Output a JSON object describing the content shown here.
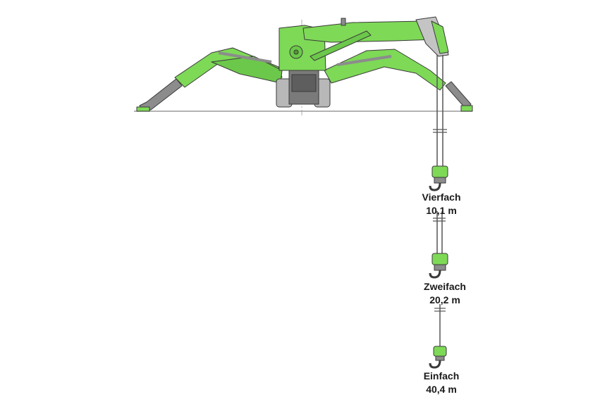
{
  "colors": {
    "crane_green": "#7ed957",
    "crane_green_dark": "#4f9a2c",
    "steel_grey": "#8c8c8c",
    "outline": "#3a3a3a",
    "rope": "#555555"
  },
  "reeving": [
    {
      "label": "Vierfach",
      "height": "10,1 m"
    },
    {
      "label": "Zweifach",
      "height": "20,2 m"
    },
    {
      "label": "Einfach",
      "height": "40,4 m"
    }
  ]
}
